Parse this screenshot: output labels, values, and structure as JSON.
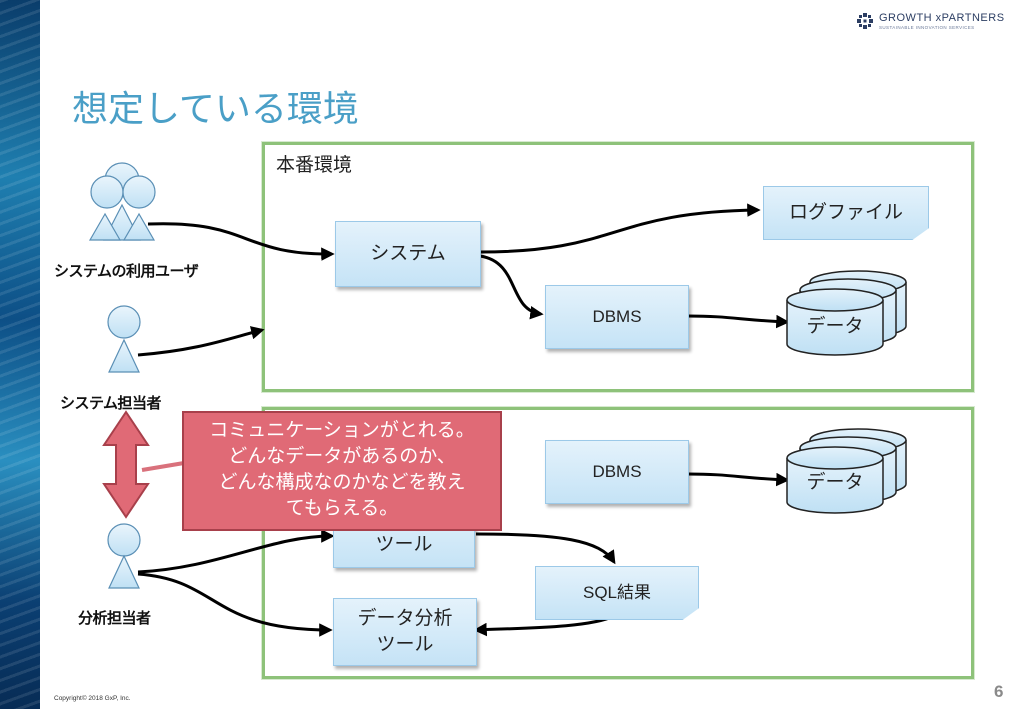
{
  "title": "想定している環境",
  "logo": {
    "name": "GROWTH xPARTNERS",
    "tagline": "SUSTAINABLE  INNOVATION  SERVICES"
  },
  "environments": {
    "production_label": "本番環境"
  },
  "nodes": {
    "system": "システム",
    "log_file": "ログファイル",
    "dbms_prod": "DBMS",
    "data_prod": "データ",
    "dbms_analysis": "DBMS",
    "data_analysis": "データ",
    "tool": "ツール",
    "sql_result": "SQL結果",
    "analysis_tool": "データ分析\nツール"
  },
  "actors": {
    "system_users": "システムの利用ユーザ",
    "system_admin": "システム担当者",
    "analyst": "分析担当者"
  },
  "callout": "コミュニケーションがとれる。\nどんなデータがあるのか、\nどんな構成なのかなどを教え\nてもらえる。",
  "footer": {
    "copyright": "Copyright© 2018 GxP, Inc.",
    "page": "6"
  },
  "colors": {
    "title": "#4a9fc7",
    "env_border": "#8ec27a",
    "node_fill": "#c5e3f6",
    "callout_fill": "#e06a76",
    "arrow_fill": "#e06a76"
  }
}
